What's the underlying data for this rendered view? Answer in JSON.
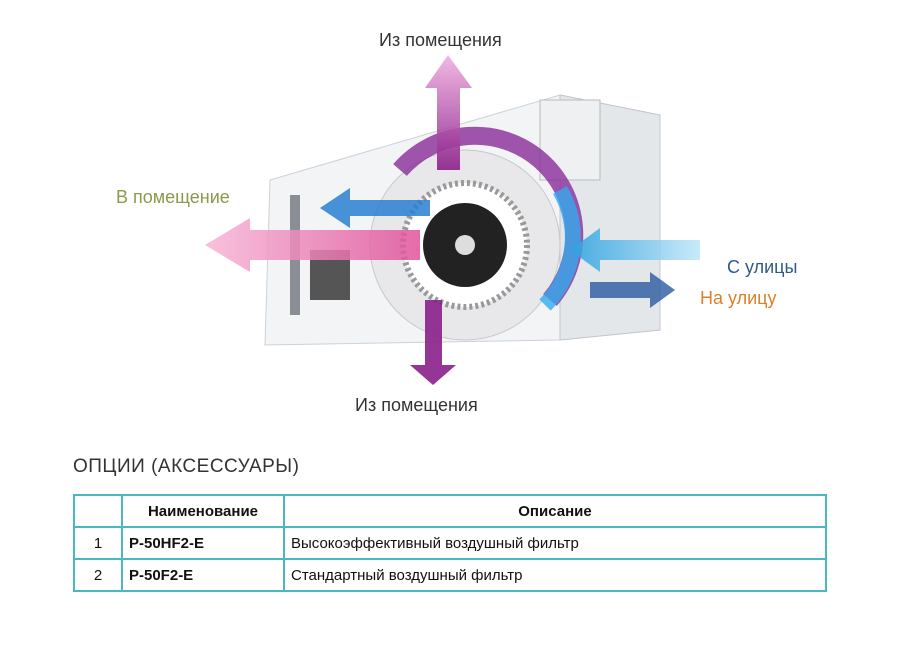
{
  "diagram": {
    "labels": {
      "from_room_top": "Из помещения",
      "to_room": "В помещение",
      "from_outside": "С улицы",
      "to_outside": "На улицу",
      "from_room_bottom": "Из помещения"
    },
    "colors": {
      "to_room": "#8a9a4a",
      "from_outside": "#2e5a8a",
      "to_outside": "#d9822b",
      "from_room": "#333333"
    }
  },
  "section_title": "ОПЦИИ (АКСЕССУАРЫ)",
  "table": {
    "headers": [
      "",
      "Наименование",
      "Описание"
    ],
    "rows": [
      {
        "num": "1",
        "code": "P-50HF2-E",
        "desc": "Высокоэффективный воздушный фильтр"
      },
      {
        "num": "2",
        "code": "P-50F2-E",
        "desc": "Стандартный воздушный фильтр"
      }
    ]
  }
}
